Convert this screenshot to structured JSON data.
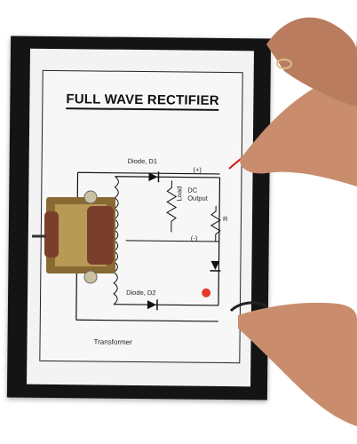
{
  "board": {
    "title": "FULL WAVE RECTIFIER",
    "diode1_label": "Diode, D1",
    "diode2_label": "Diode, D2",
    "load_label": "Load",
    "dc_output_label": "DC Output",
    "resistor_label": "R",
    "plus_label": "(+)",
    "minus_label": "(-)",
    "transformer_label": "Transformer"
  },
  "colors": {
    "frame": "#141414",
    "board": "#f7f7f7",
    "led": "#e53b2f",
    "wire_red": "#d21b1b",
    "transformer_core": "#b89a57",
    "transformer_coil": "#7a3f2a",
    "skin": "#c98d6e"
  }
}
